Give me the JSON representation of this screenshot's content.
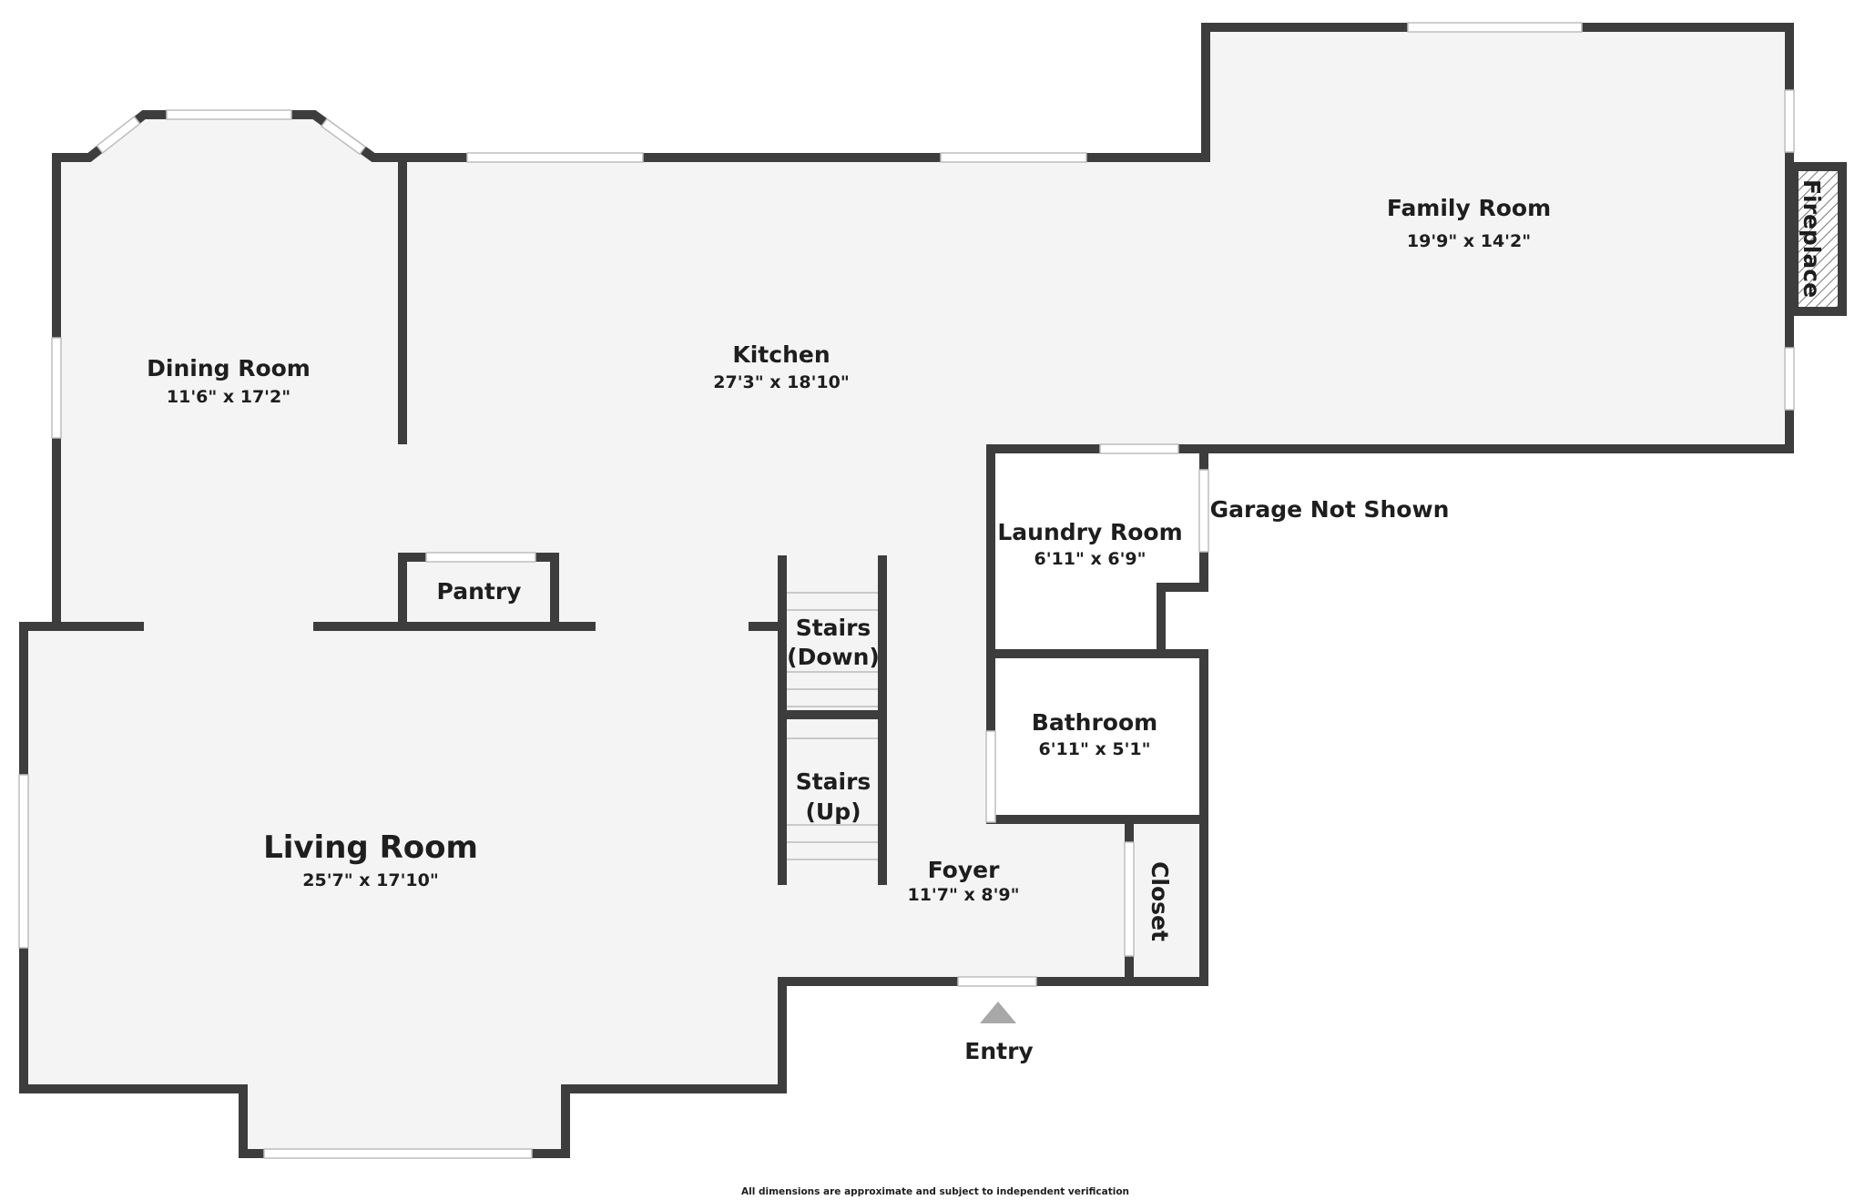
{
  "rooms": {
    "family_room": {
      "name": "Family Room",
      "dims": "19'9\" x 14'2\""
    },
    "dining_room": {
      "name": "Dining Room",
      "dims": "11'6\" x 17'2\""
    },
    "kitchen": {
      "name": "Kitchen",
      "dims": "27'3\" x 18'10\""
    },
    "laundry_room": {
      "name": "Laundry Room",
      "dims": "6'11\" x 6'9\""
    },
    "bathroom": {
      "name": "Bathroom",
      "dims": "6'11\" x 5'1\""
    },
    "living_room": {
      "name": "Living Room",
      "dims": "25'7\" x 17'10\""
    },
    "foyer": {
      "name": "Foyer",
      "dims": "11'7\" x 8'9\""
    }
  },
  "labels": {
    "fireplace": "Fireplace",
    "pantry": "Pantry",
    "stairs_down_1": "Stairs",
    "stairs_down_2": "(Down)",
    "stairs_up_1": "Stairs",
    "stairs_up_2": "(Up)",
    "closet": "Closet",
    "garage_note": "Garage Not Shown",
    "entry": "Entry",
    "disclaimer": "All dimensions are approximate and subject to independent verification"
  },
  "colors": {
    "floor": "#f4f4f4",
    "wall": "#3d3d3d",
    "text": "#1e1e1e",
    "entry_marker": "#a8a8a8"
  }
}
